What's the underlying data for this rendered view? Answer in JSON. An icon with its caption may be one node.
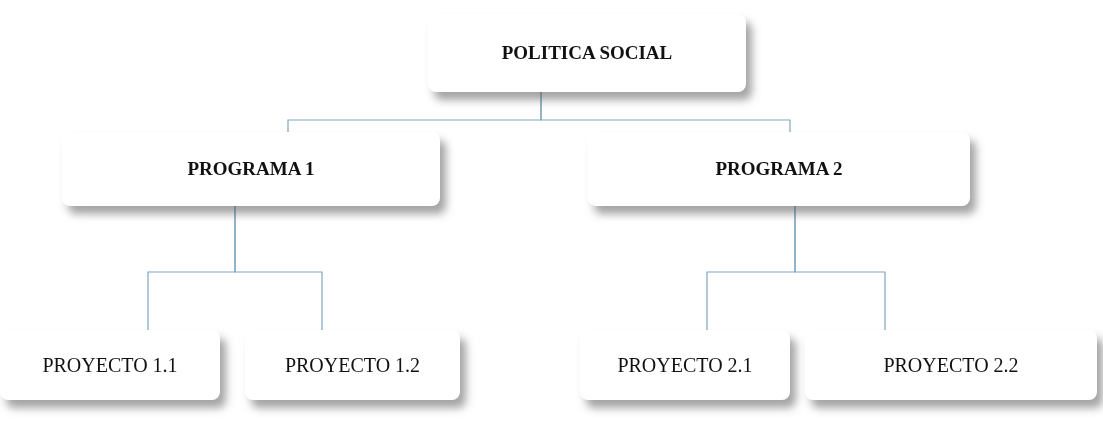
{
  "diagram": {
    "nodes": [
      {
        "text": [
          "POLITICA SOCIAL"
        ]
      },
      {
        "text": [
          "PROGRAMA 1"
        ]
      },
      {
        "text": [
          "PROGRAMA 2"
        ]
      },
      {
        "text": [
          "PROYECTO 1.1"
        ]
      },
      {
        "text": [
          "PROYECTO 1.2"
        ]
      },
      {
        "text": [
          "PROYECTO 2.1"
        ]
      },
      {
        "text": [
          "PROYECTO 2.2"
        ]
      }
    ],
    "edges": [
      {
        "from": 0,
        "to": 1,
        "arrow": "none"
      },
      {
        "from": 0,
        "to": 2,
        "arrow": "none"
      },
      {
        "from": 1,
        "to": 3,
        "arrow": "none"
      },
      {
        "from": 1,
        "to": 4,
        "arrow": "none"
      },
      {
        "from": 2,
        "to": 5,
        "arrow": "none"
      },
      {
        "from": 2,
        "to": 6,
        "arrow": "none"
      }
    ]
  }
}
